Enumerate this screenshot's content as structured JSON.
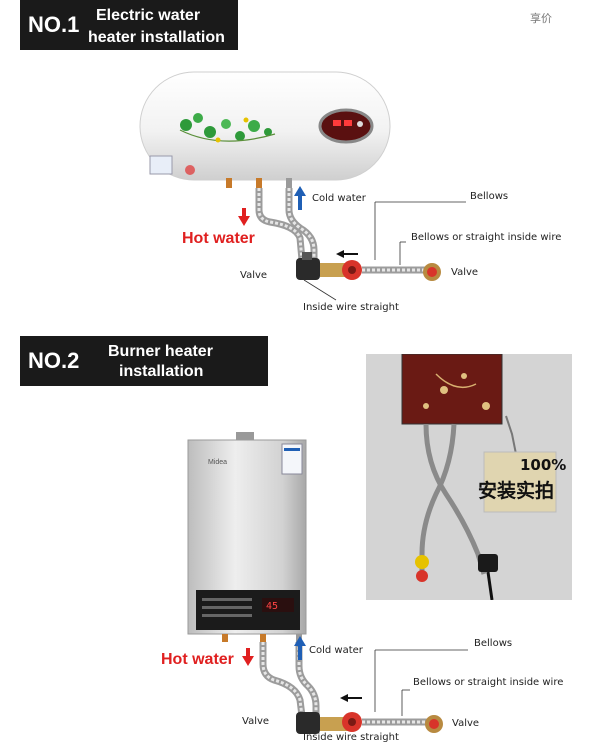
{
  "corner_text": "享价",
  "section1": {
    "number": "NO.1",
    "title_line1": "Electric water",
    "title_line2": "heater installation",
    "labels": {
      "hot_water": "Hot water",
      "cold_water": "Cold water",
      "bellows": "Bellows",
      "bellows_or_straight": "Bellows or straight inside wire",
      "valve_left": "Valve",
      "valve_right": "Valve",
      "inside_wire_straight": "Inside wire straight"
    }
  },
  "section2": {
    "number": "NO.2",
    "title_line1": "Burner heater",
    "title_line2": "installation",
    "labels": {
      "hot_water": "Hot water",
      "cold_water": "Cold water",
      "bellows": "Bellows",
      "bellows_or_straight": "Bellows or straight inside wire",
      "valve_left": "Valve",
      "valve_right": "Valve",
      "inside_wire_straight": "Inside wire straight"
    },
    "photo_overlay": {
      "percent": "100%",
      "text": "安装实拍"
    }
  },
  "colors": {
    "header_bg": "#1a1a1a",
    "hot_red": "#e02020",
    "cold_blue": "#1f5fb5",
    "pump_red": "#d8342a"
  }
}
